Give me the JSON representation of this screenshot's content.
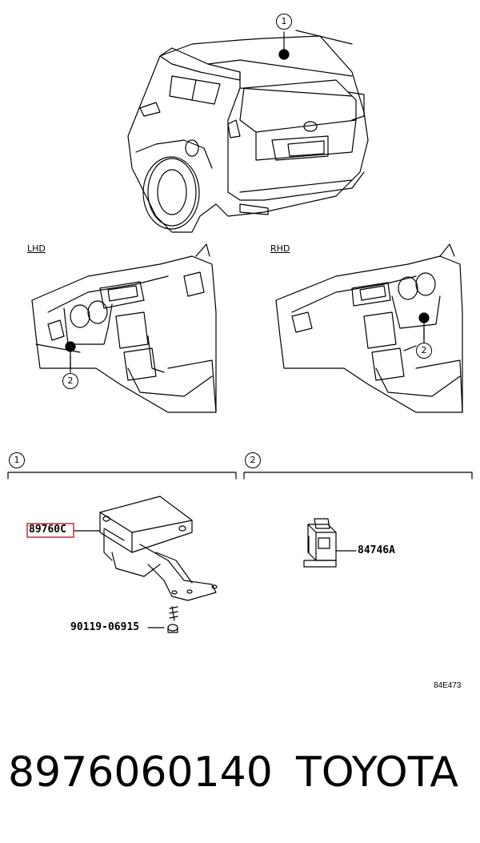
{
  "callouts": {
    "one": "1",
    "two": "2"
  },
  "section_labels": {
    "lhd": "LHD",
    "rhd": "RHD"
  },
  "parts": {
    "main_part": "89760C",
    "bolt": "90119-06915",
    "switch": "84746A"
  },
  "reference_code": "84E473",
  "caption": {
    "part_number": "8976060140",
    "brand": "TOYOTA"
  },
  "colors": {
    "highlight": "#e0202a",
    "line": "#000000"
  }
}
